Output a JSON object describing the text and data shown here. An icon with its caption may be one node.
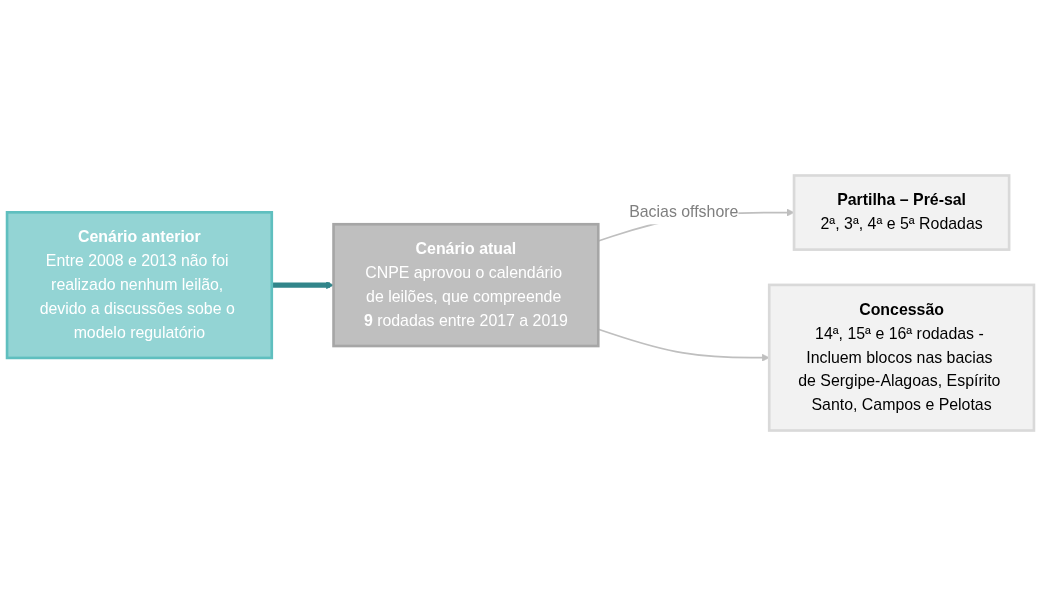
{
  "diagram": {
    "nodes": [
      {
        "text": [
          "Cenário anterior",
          "Entre 2008 e 2013 não foi realizado nenhum leilão, devido a discussões sobe o modelo regulatório"
        ]
      },
      {
        "text": [
          "Cenário atual",
          "CNPE aprovou o calendário de leilões, que compreende **9** rodadas entre 2017 a 2019"
        ]
      },
      {
        "text": [
          "Partilha – Pré-sal",
          "2ª, 3ª, 4ª e 5ª Rodadas"
        ]
      },
      {
        "text": [
          "Concessão",
          "14ª, 15ª e 16ª rodadas - Incluem blocos nas bacias de Sergipe-Alagoas, Espírito Santo, Campos e Pelotas"
        ]
      }
    ],
    "edges": [
      {
        "from": 0,
        "to": 1,
        "arrow": "to",
        "style": "thick",
        "color": "#31858a"
      },
      {
        "from": 1,
        "to": 2,
        "arrow": "to",
        "label": "Bacias offshore"
      },
      {
        "from": 1,
        "to": 3,
        "arrow": "to"
      }
    ]
  }
}
